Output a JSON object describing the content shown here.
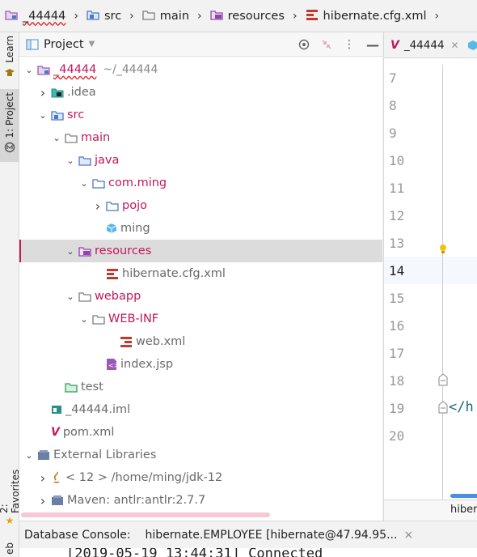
{
  "breadcrumb": {
    "items": [
      {
        "label": "_44444",
        "icon": "folder-module-icon"
      },
      {
        "label": "src",
        "icon": "folder-source-icon"
      },
      {
        "label": "main",
        "icon": "folder-icon"
      },
      {
        "label": "resources",
        "icon": "folder-resources-icon"
      },
      {
        "label": "hibernate.cfg.xml",
        "icon": "hibernate-file-icon"
      }
    ]
  },
  "left_stripe": {
    "learn": "Learn",
    "project": "1: Project",
    "favorites": "2: Favorites",
    "web": "eb"
  },
  "project_panel": {
    "title": "Project",
    "tree": [
      {
        "label": "_44444",
        "sub": "~/_44444",
        "depth": 0,
        "arrow": "down",
        "icon": "folder-module-icon",
        "style": "pink wavy"
      },
      {
        "label": ".idea",
        "depth": 1,
        "arrow": "right",
        "icon": "folder-idea-icon",
        "style": "grey"
      },
      {
        "label": "src",
        "depth": 1,
        "arrow": "down",
        "icon": "folder-source-icon",
        "style": "pink"
      },
      {
        "label": "main",
        "depth": 2,
        "arrow": "down",
        "icon": "folder-icon",
        "style": "pink"
      },
      {
        "label": "java",
        "depth": 3,
        "arrow": "down",
        "icon": "folder-java-icon",
        "style": "pink"
      },
      {
        "label": "com.ming",
        "depth": 4,
        "arrow": "down",
        "icon": "package-icon",
        "style": "pink"
      },
      {
        "label": "pojo",
        "depth": 5,
        "arrow": "right",
        "icon": "package-icon",
        "style": "pink"
      },
      {
        "label": "ming",
        "depth": 5,
        "arrow": "",
        "icon": "cube-icon",
        "style": "grey"
      },
      {
        "label": "resources",
        "depth": 3,
        "arrow": "down",
        "icon": "folder-resources-icon",
        "style": "pink",
        "selected": true
      },
      {
        "label": "hibernate.cfg.xml",
        "depth": 5,
        "arrow": "",
        "icon": "hibernate-file-icon",
        "style": "grey"
      },
      {
        "label": "webapp",
        "depth": 3,
        "arrow": "down",
        "icon": "folder-icon",
        "style": "pink"
      },
      {
        "label": "WEB-INF",
        "depth": 4,
        "arrow": "down",
        "icon": "folder-icon",
        "style": "pink"
      },
      {
        "label": "web.xml",
        "depth": 6,
        "arrow": "",
        "icon": "xml-file-icon",
        "style": "grey"
      },
      {
        "label": "index.jsp",
        "depth": 5,
        "arrow": "",
        "icon": "jsp-file-icon",
        "style": "grey"
      },
      {
        "label": "test",
        "depth": 2,
        "arrow": "",
        "icon": "folder-test-icon",
        "style": "grey"
      },
      {
        "label": "_44444.iml",
        "depth": 1,
        "arrow": "",
        "icon": "iml-file-icon",
        "style": "grey"
      },
      {
        "label": "pom.xml",
        "depth": 1,
        "arrow": "",
        "icon": "maven-icon",
        "style": "grey"
      },
      {
        "label": "External Libraries",
        "depth": 0,
        "arrow": "down",
        "icon": "library-icon",
        "style": "grey"
      },
      {
        "label": "< 12 >  /home/ming/jdk-12",
        "depth": 1,
        "arrow": "right",
        "icon": "jdk-icon",
        "style": "grey"
      },
      {
        "label": "Maven: antlr:antlr:2.7.7",
        "depth": 1,
        "arrow": "right",
        "icon": "library-icon",
        "style": "grey"
      }
    ]
  },
  "editor": {
    "tab_label": "_44444",
    "line_numbers": [
      "7",
      "8",
      "9",
      "10",
      "11",
      "12",
      "13",
      "14",
      "15",
      "16",
      "17",
      "18",
      "19",
      "20"
    ],
    "current_line": "14",
    "code_line_19": "</h",
    "footer": "hiber"
  },
  "db_console": {
    "label": "Database Console:",
    "tab": "hibernate.EMPLOYEE [hibernate@47.94.95...",
    "close": "×",
    "output": "[2019-05-19 13:44:31] Connected"
  },
  "colors": {
    "accent_pink": "#c2185b",
    "selection": "#dcdcdc"
  }
}
